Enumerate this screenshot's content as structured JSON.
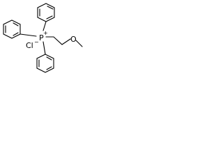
{
  "molecule": {
    "counterion": "Cl",
    "counterion_charge": "−",
    "central_atom": "P",
    "central_charge": "+",
    "ether_oxygen": "O",
    "substituents": [
      "phenyl",
      "phenyl",
      "phenyl",
      "2-methoxyethyl"
    ]
  },
  "colors": {
    "ink": "#000000",
    "background": "#ffffff"
  }
}
